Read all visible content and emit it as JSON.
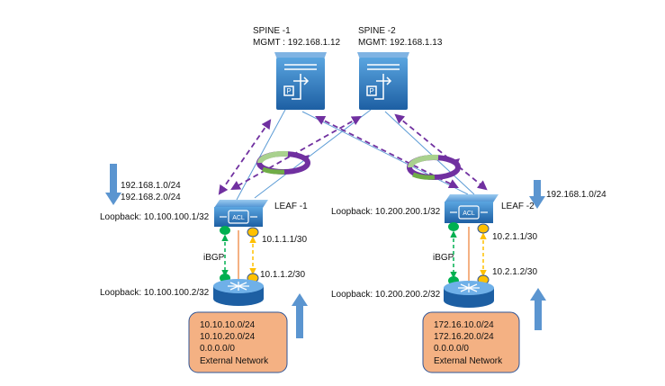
{
  "spine1": {
    "name": "SPINE -1",
    "mgmt": "MGMT : 192.168.1.12"
  },
  "spine2": {
    "name": "SPINE -2",
    "mgmt": "MGMT: 192.168.1.13"
  },
  "leaf1": {
    "name": "LEAF -1",
    "loopback": "Loopback: 10.100.100.1/32",
    "icon_text": "ACL"
  },
  "leaf2": {
    "name": "LEAF -2",
    "loopback": "Loopback: 10.200.200.1/32",
    "icon_text": "ACL"
  },
  "router1": {
    "loopback": "Loopback: 10.100.100.2/32"
  },
  "router2": {
    "loopback": "Loopback: 10.200.200.2/32"
  },
  "links": {
    "left_top_ip": "10.1.1.1/30",
    "left_bottom_ip": "10.1.1.2/30",
    "right_top_ip": "10.2.1.1/30",
    "right_bottom_ip": "10.2.1.2/30",
    "left_ibgp": "iBGP",
    "right_ibgp": "iBGP"
  },
  "routes": {
    "left_line1": "192.168.1.0/24",
    "left_line2": "192.168.2.0/24",
    "right_line1": "192.168.1.0/24"
  },
  "ext1": {
    "lines": [
      "10.10.10.0/24",
      "10.10.20.0/24",
      "0.0.0.0/0",
      "External Network"
    ]
  },
  "ext2": {
    "lines": [
      "172.16.10.0/24",
      "172.16.20.0/24",
      "0.0.0.0/0",
      "External Network"
    ]
  },
  "colors": {
    "device_blue": "#2f7ec4",
    "route_arrow": "#5b95d0",
    "dashed_purple": "#7030a0",
    "ibgp_green": "#00b050",
    "link_orange": "#ed7d31",
    "link_yellow": "#ffc000",
    "box_fill": "#f4b183",
    "box_stroke": "#2f5597"
  }
}
